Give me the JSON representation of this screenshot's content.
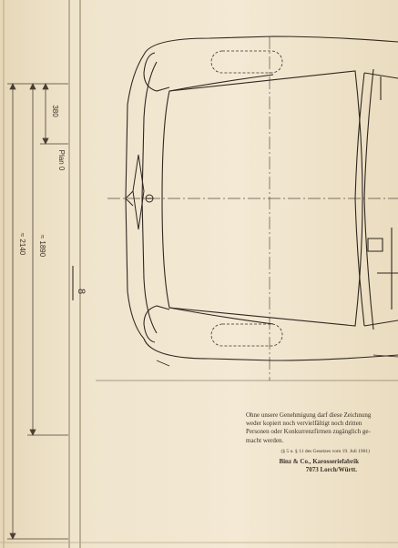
{
  "dimensions": {
    "d380": "380",
    "plan0": "Plan 0",
    "d1890": "≈ 1890",
    "d2140": "≈ 2140",
    "section_mark": "8"
  },
  "notice": {
    "line1": "Ohne unsere Genehmigung darf diese Zeichnung",
    "line2": "weder kopiert noch vervielfältigt noch dritten",
    "line3": "Personen oder Konkurrenzfirmen zugänglich ge-",
    "line4": "macht werden.",
    "law": "(§ 5 u. § 11 des Gesetzes vom 19. Juli 1901)",
    "firm": "Binz & Co., Karosseriefabrik",
    "address": "7073 Lorch/Württ."
  },
  "colors": {
    "paper": "#efe4cc",
    "ink": "#3a3128"
  }
}
